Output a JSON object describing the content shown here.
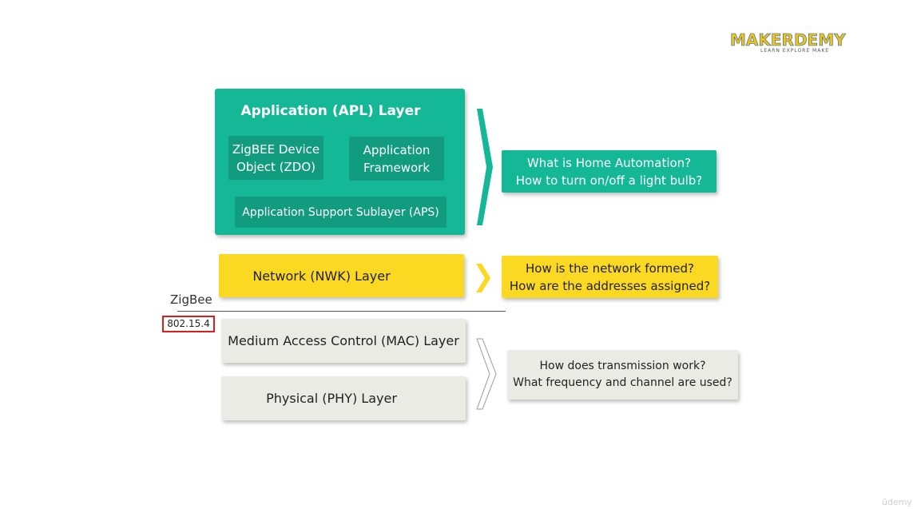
{
  "logo": {
    "name": "MAKERDEMY",
    "tagline": "LEARN EXPLORE MAKE"
  },
  "apl": {
    "title": "Application (APL) Layer",
    "zdo": [
      "ZigBEE Device",
      "Object (ZDO)"
    ],
    "framework": [
      "Application",
      "Framework"
    ],
    "aps": "Application Support Sublayer (APS)"
  },
  "nwk": {
    "label": "Network (NWK) Layer"
  },
  "mac": {
    "label": "Medium Access Control (MAC) Layer"
  },
  "phy": {
    "label": "Physical (PHY) Layer"
  },
  "divider": {
    "upper": "ZigBee",
    "lower": "802.15.4"
  },
  "questions": {
    "apl": [
      "What is Home Automation?",
      "How to turn on/off a light bulb?"
    ],
    "nwk": [
      "How is the network formed?",
      "How are the addresses assigned?"
    ],
    "lower": [
      "How does transmission work?",
      "What frequency and channel are used?"
    ]
  },
  "watermark": "ūdemy",
  "colors": {
    "teal": "#14b896",
    "teal_dark": "#119c80",
    "yellow": "#fbd923",
    "grey": "#ebebe6",
    "highlight_red": "#e01b1b"
  }
}
